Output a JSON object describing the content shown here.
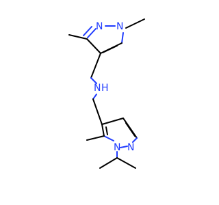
{
  "molecule": {
    "atoms": {
      "n_top_left": "N",
      "n_top_right": "N",
      "nh": "N",
      "h": "H",
      "n_bottom_right": "N",
      "n_bottom_left": "N"
    },
    "colors": {
      "carbon_bond": "#000000",
      "nitrogen": "#1f3bff"
    }
  }
}
